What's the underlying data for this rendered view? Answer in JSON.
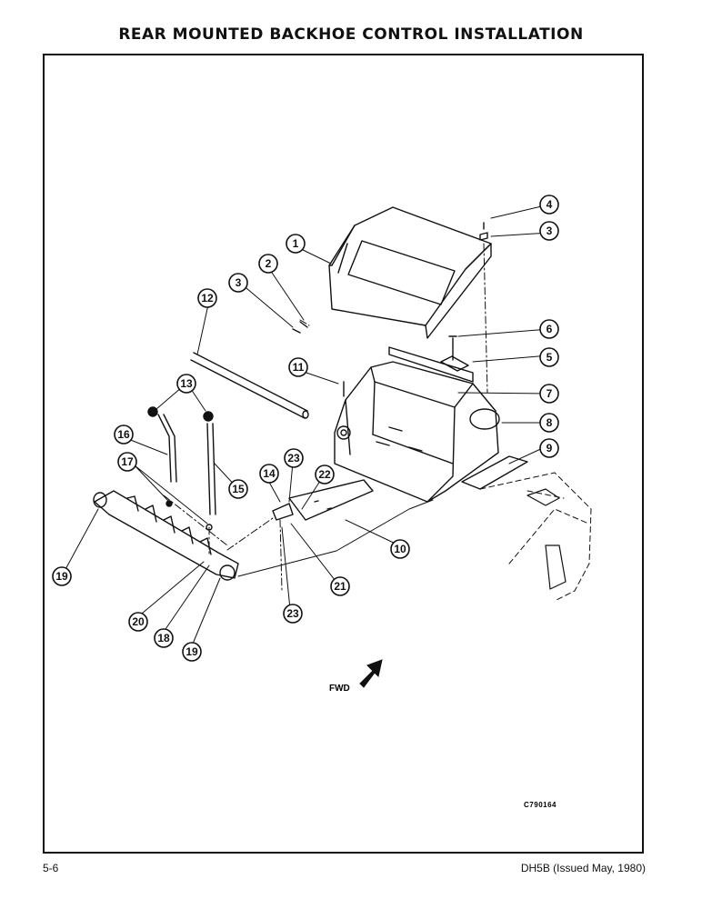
{
  "page": {
    "title": "REAR MOUNTED BACKHOE CONTROL INSTALLATION",
    "page_number": "5-6",
    "document_id": "DH5B (Issued May, 1980)"
  },
  "figure": {
    "drawing_number": "C790164",
    "direction_label": "FWD",
    "callouts": [
      "1",
      "2",
      "3",
      "3",
      "4",
      "5",
      "6",
      "7",
      "8",
      "9",
      "10",
      "11",
      "12",
      "13",
      "14",
      "15",
      "16",
      "17",
      "18",
      "19",
      "19",
      "20",
      "21",
      "22",
      "23",
      "23"
    ]
  }
}
